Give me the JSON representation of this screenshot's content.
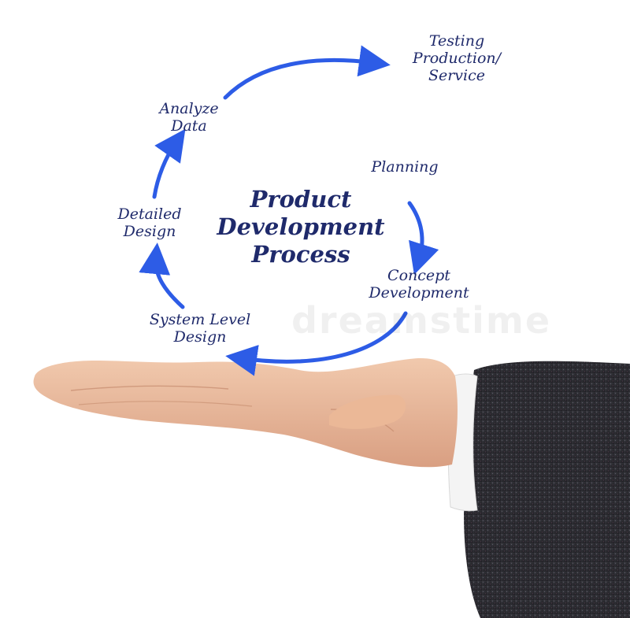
{
  "diagram": {
    "center": {
      "lines": [
        "Product",
        "Development",
        "Process"
      ]
    },
    "steps": {
      "planning": {
        "lines": [
          "Planning"
        ]
      },
      "concept_development": {
        "lines": [
          "Concept",
          "Development"
        ]
      },
      "system_level_design": {
        "lines": [
          "System Level",
          "Design"
        ]
      },
      "detailed_design": {
        "lines": [
          "Detailed",
          "Design"
        ]
      },
      "analyze_data": {
        "lines": [
          "Analyze",
          "Data"
        ]
      },
      "testing": {
        "lines": [
          "Testing",
          "Production/",
          "Service"
        ]
      }
    },
    "watermark_text": "dreamstime",
    "colors": {
      "text": "#1f2a6b",
      "arrow": "#2d5ce6",
      "sleeve": "#2a2a2e",
      "skin": "#e8b89a",
      "cuff": "#f4f4f4"
    },
    "icons": [
      "open-hand-icon",
      "curved-arrow-icon"
    ]
  }
}
